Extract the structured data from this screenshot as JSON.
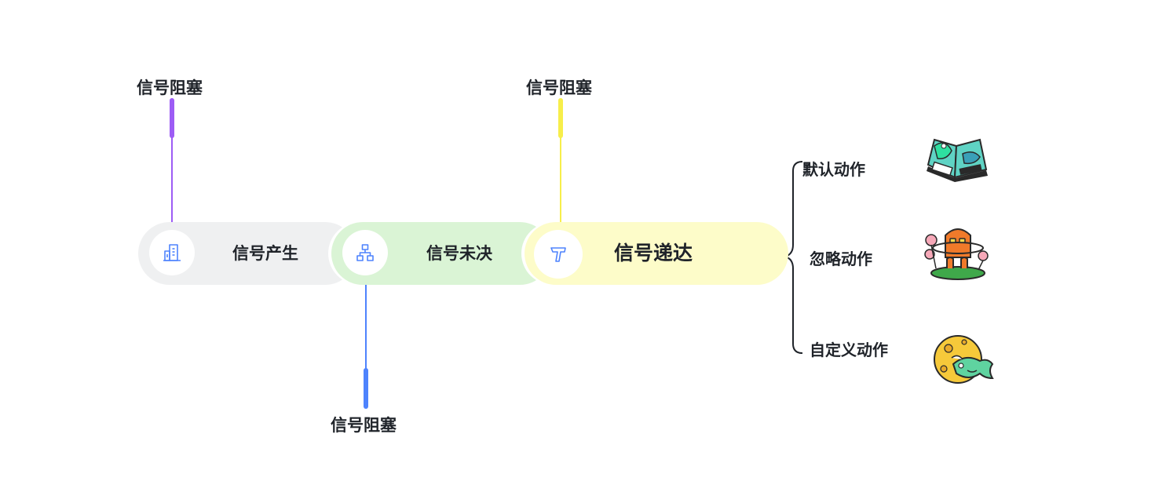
{
  "pills": [
    {
      "label": "信号产生",
      "icon": "building-icon",
      "color": "#eff0f1"
    },
    {
      "label": "信号未决",
      "icon": "org-chart-icon",
      "color": "#daf4d5"
    },
    {
      "label": "信号递达",
      "icon": "text-icon",
      "color": "#fdfcc9"
    }
  ],
  "blocks": [
    {
      "label": "信号阻塞",
      "color": "#9d5cf5"
    },
    {
      "label": "信号阻塞",
      "color": "#4e83fd"
    },
    {
      "label": "信号阻塞",
      "color": "#f7ee4a"
    }
  ],
  "actions": [
    {
      "label": "默认动作",
      "sticker": "bug-book-sticker"
    },
    {
      "label": "忽略动作",
      "sticker": "orange-figure-flowers-sticker"
    },
    {
      "label": "自定义动作",
      "sticker": "moon-fish-sticker"
    }
  ],
  "icon_color": "#4e83fd",
  "brace_color": "#1f2329"
}
